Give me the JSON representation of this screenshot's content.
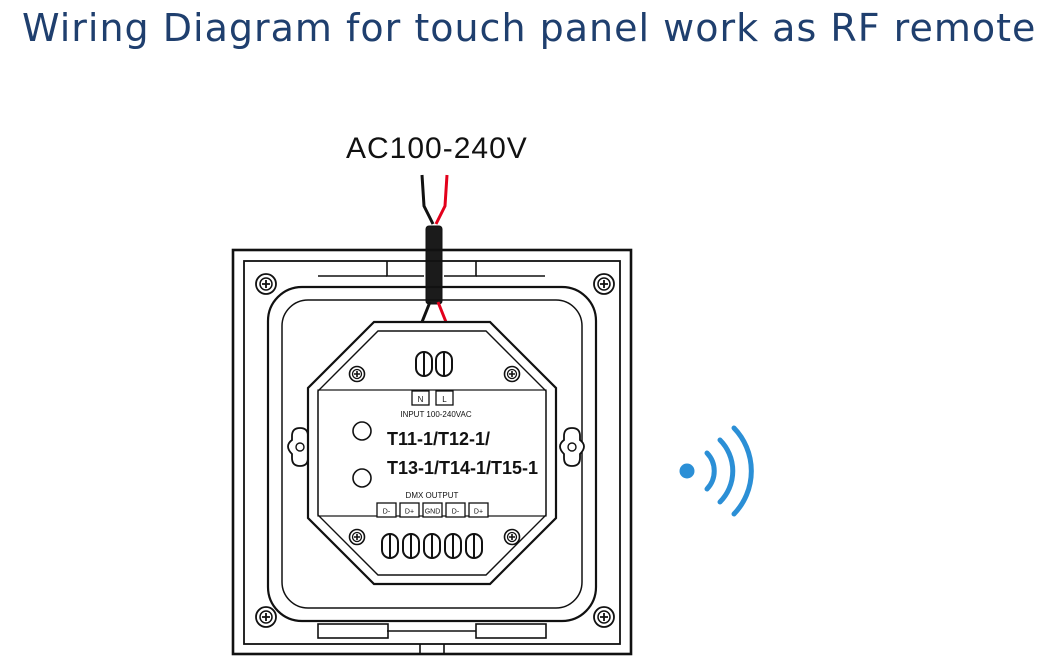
{
  "title": "Wiring Diagram for touch panel work as RF remote",
  "power_label": "AC100-240V",
  "input_terminals": [
    "N",
    "L"
  ],
  "input_label": "INPUT 100-240VAC",
  "model_line1": "T11-1/T12-1/",
  "model_line2": "T13-1/T14-1/T15-1",
  "output_label": "DMX OUTPUT",
  "output_terminals": [
    "D-",
    "D+",
    "GND",
    "D-",
    "D+"
  ],
  "colors": {
    "title": "#1f3f6e",
    "live_wire": "#e3001b",
    "neutral_wire": "#111111",
    "rf_signal": "#2b8fd6"
  },
  "icons": [
    "rf-signal-icon",
    "screw-icon",
    "terminal-screw-icon"
  ]
}
